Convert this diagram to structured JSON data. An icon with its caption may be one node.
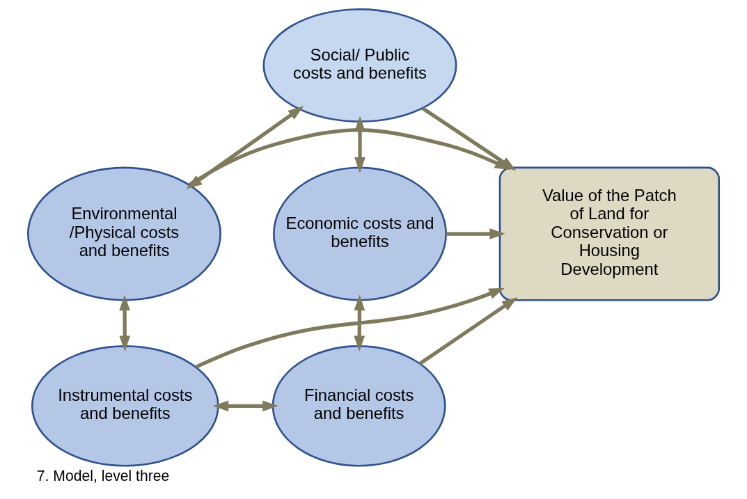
{
  "diagram": {
    "caption": "7. Model, level three",
    "nodes": [
      {
        "text": [
          "Social/ Public costs and benefits"
        ]
      },
      {
        "text": [
          "Environmental /Physical costs and benefits"
        ]
      },
      {
        "text": [
          "Value of the Patch of Land for Conservation or Housing Development"
        ]
      },
      {
        "text": [
          "Economic costs and benefits"
        ]
      },
      {
        "text": [
          "Instrumental costs and benefits"
        ]
      },
      {
        "text": [
          "Financial costs and benefits"
        ]
      }
    ],
    "edges": [
      {
        "from": 0,
        "to": 1,
        "arrow": "both"
      },
      {
        "from": 0,
        "to": 3,
        "arrow": "both"
      },
      {
        "from": 0,
        "to": 2,
        "arrow": "to"
      },
      {
        "from": 1,
        "to": 2,
        "arrow": "to"
      },
      {
        "from": 3,
        "to": 2,
        "arrow": "to"
      },
      {
        "from": 1,
        "to": 4,
        "arrow": "both"
      },
      {
        "from": 3,
        "to": 5,
        "arrow": "both"
      },
      {
        "from": 4,
        "to": 2,
        "arrow": "to"
      },
      {
        "from": 5,
        "to": 2,
        "arrow": "to"
      },
      {
        "from": 4,
        "to": 5,
        "arrow": "both"
      }
    ]
  }
}
